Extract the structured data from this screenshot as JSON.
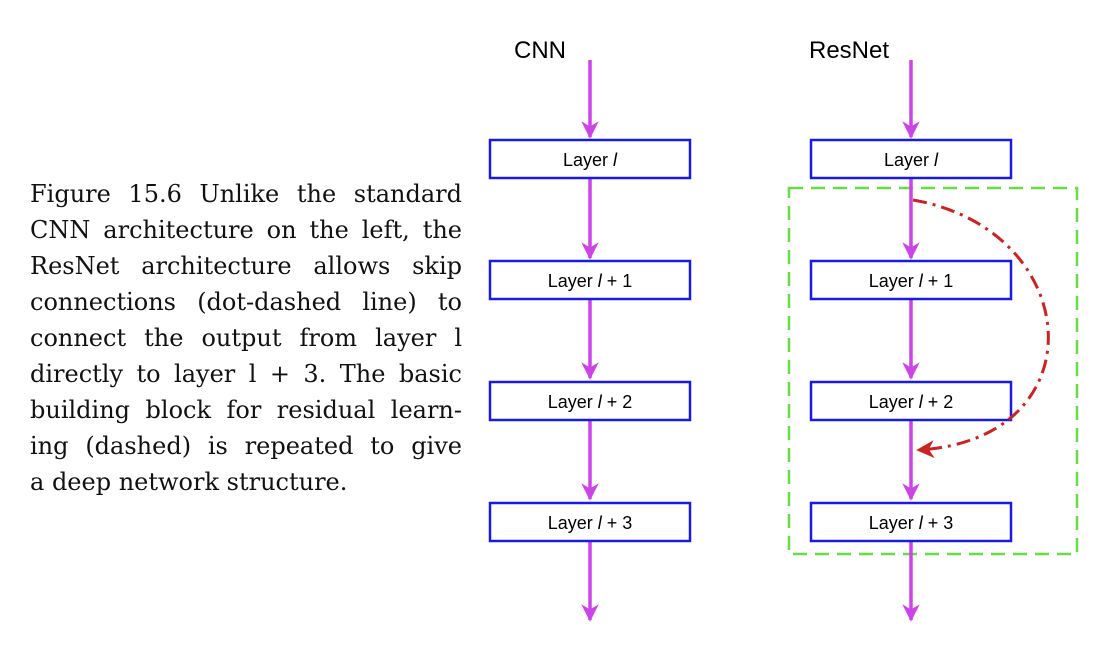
{
  "caption": {
    "lines": [
      "Figure 15.6 Unlike the standard",
      "CNN architecture on the left, the",
      "ResNet architecture allows skip",
      "connections (dot-dashed line) to",
      "connect the output from layer l",
      "directly to layer l + 3. The basic",
      "building block for residual learn-",
      "ing (dashed) is repeated to give",
      "a deep network structure."
    ]
  },
  "columns": [
    {
      "title": "CNN",
      "layers": [
        {
          "name": "Layer",
          "var": "l",
          "suffix": ""
        },
        {
          "name": "Layer",
          "var": "l",
          "suffix": " + 1"
        },
        {
          "name": "Layer",
          "var": "l",
          "suffix": " + 2"
        },
        {
          "name": "Layer",
          "var": "l",
          "suffix": " + 3"
        }
      ]
    },
    {
      "title": "ResNet",
      "layers": [
        {
          "name": "Layer",
          "var": "l",
          "suffix": ""
        },
        {
          "name": "Layer",
          "var": "l",
          "suffix": " + 1"
        },
        {
          "name": "Layer",
          "var": "l",
          "suffix": " + 2"
        },
        {
          "name": "Layer",
          "var": "l",
          "suffix": " + 3"
        }
      ]
    }
  ],
  "colors": {
    "arrow": "#cc44e8",
    "box_border": "#1a1ae6",
    "skip_connection": "#cc2222",
    "residual_block": "#66dd44"
  }
}
